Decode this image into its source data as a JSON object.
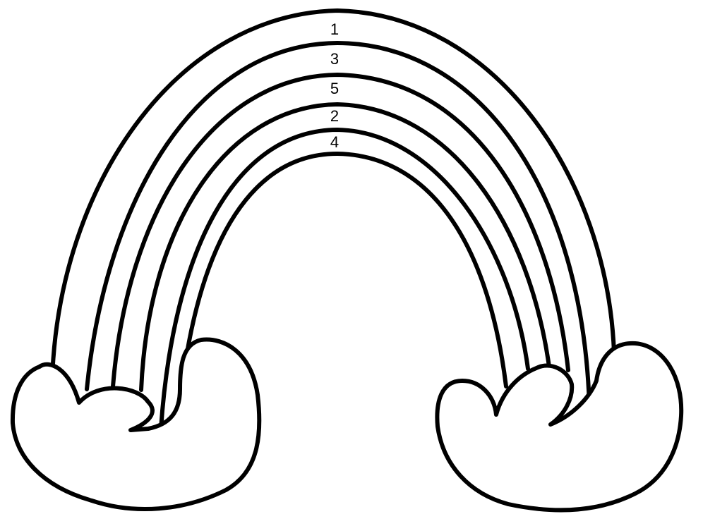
{
  "colors": {
    "line": "#000000",
    "fill": "#ffffff"
  },
  "rainbow": {
    "band_labels": [
      "1",
      "3",
      "5",
      "2",
      "4"
    ]
  }
}
